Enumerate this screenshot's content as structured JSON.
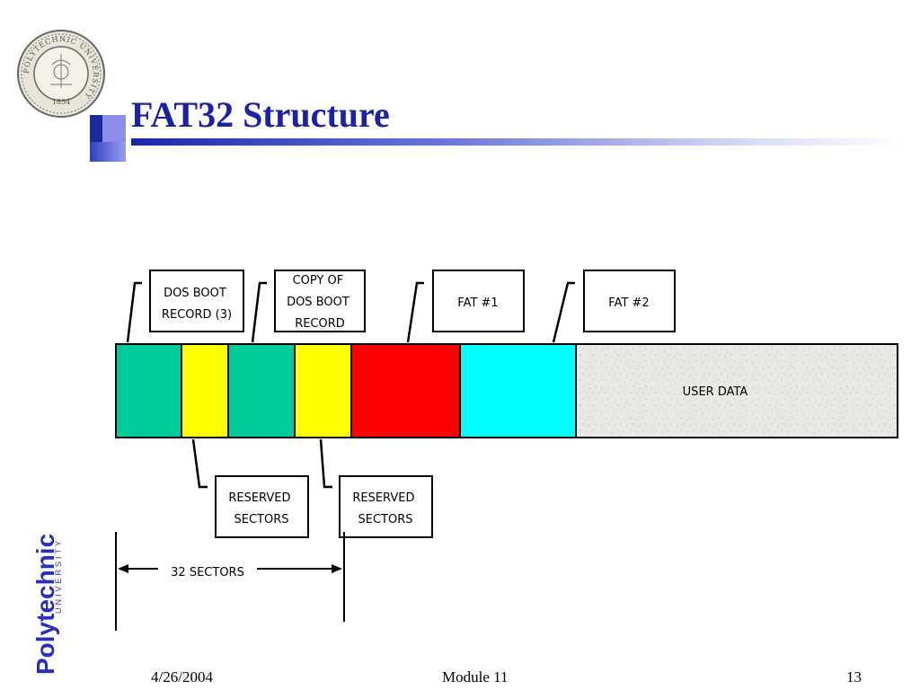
{
  "slide": {
    "title": "FAT32 Structure",
    "seal": {
      "ring_text": "POLYTECHNIC UNIVERSITY",
      "year": "1854"
    },
    "wordmark": {
      "name": "Polytechnic",
      "sub": "UNIVERSITY"
    }
  },
  "diagram": {
    "top_labels": {
      "dos_boot_record": [
        "DOS BOOT",
        "RECORD (3)"
      ],
      "copy_dos_boot": [
        "COPY OF",
        "DOS BOOT",
        "RECORD"
      ],
      "fat1": "FAT #1",
      "fat2": "FAT #2"
    },
    "bottom_labels": {
      "reserved_1": [
        "RESERVED",
        "SECTORS"
      ],
      "reserved_2": [
        "RESERVED",
        "SECTORS"
      ]
    },
    "user_data": "USER DATA",
    "span_label": "32 SECTORS",
    "colors": {
      "boot": "#00cc99",
      "reserved": "#ffff00",
      "fat1": "#ff0000",
      "fat2": "#00ffff",
      "user_data": "#e4e4e0"
    }
  },
  "footer": {
    "date": "4/26/2004",
    "module": "Module 11",
    "page": "13"
  }
}
